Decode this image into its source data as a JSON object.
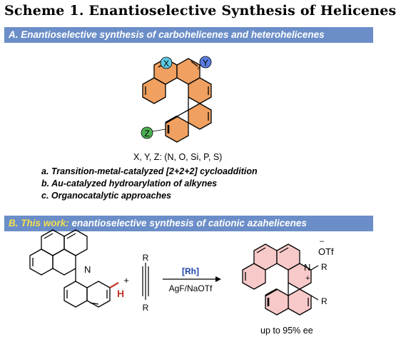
{
  "title": "Scheme 1. Enantioselective Synthesis of Helicenes",
  "section_a": {
    "banner": "A. Enantioselective synthesis of carbohelicenes and heterohelicenes",
    "labels": {
      "x": "X",
      "y": "Y",
      "z": "Z"
    },
    "heteroatoms": "X, Y, Z: (N, O, Si, P, S)",
    "methods": [
      "a. Transition-metal-catalyzed [2+2+2] cycloaddition",
      "b. Au-catalyzed hydroarylation of alkynes",
      "c. Organocatalytic approaches"
    ]
  },
  "section_b": {
    "banner_highlight": "B. This work:",
    "banner_rest": " enantioselective synthesis of cationic azahelicenes",
    "substrate_n": "N",
    "substrate_h": "H",
    "plus": "+",
    "alkyne_r_top": "R",
    "alkyne_r_bottom": "R",
    "catalyst": "[Rh]",
    "conditions": "AgF/NaOTf",
    "product_n": "N",
    "product_plus": "+",
    "counterion_minus": "–",
    "counterion": "OTf",
    "product_r_top": "R",
    "product_r_bottom": "R",
    "result": "up to 95% ee"
  },
  "colors": {
    "banner": "#6b8ec8",
    "highlight": "#f4e04d",
    "ring_orange": "#f0a060",
    "ring_pink": "#f7c9c9",
    "x_marker": "#5ec8e0",
    "y_marker": "#5a7ee0",
    "z_marker": "#4caf50",
    "h_red": "#c0392b"
  }
}
